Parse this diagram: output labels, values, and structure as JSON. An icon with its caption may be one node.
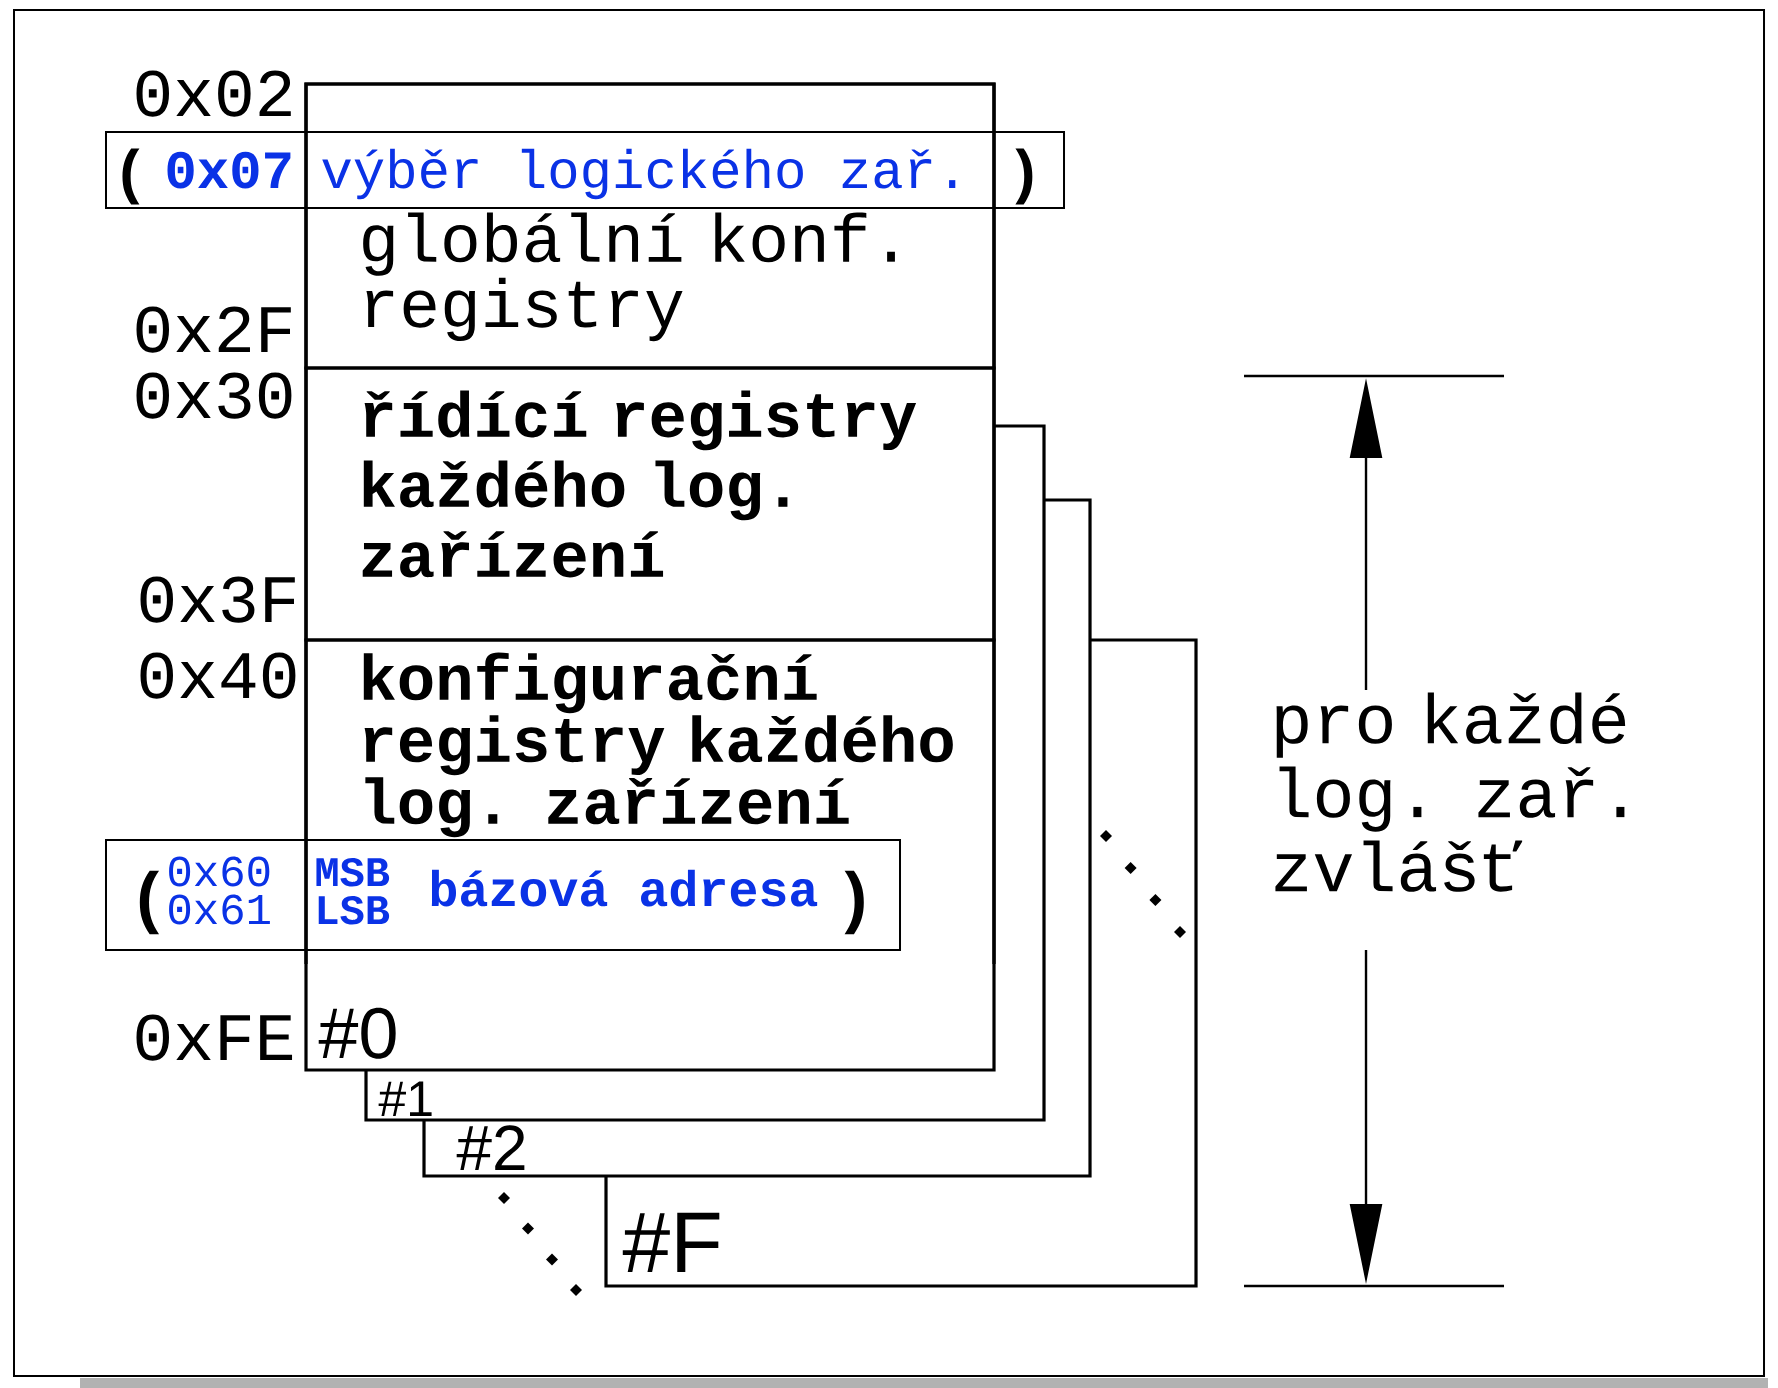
{
  "diagram": {
    "nodes": [
      {
        "text": [
          "#0"
        ]
      },
      {
        "text": [
          "globální konf. registry"
        ],
        "in": 0
      },
      {
        "text": [
          "řídící registry každého log. zařízení"
        ],
        "in": 0
      },
      {
        "text": [
          "konfigurační registry každého log. zařízení"
        ],
        "in": 0
      },
      {
        "text": [
          "#1"
        ]
      },
      {
        "text": [
          "#2"
        ]
      },
      {
        "text": [
          "#F"
        ]
      },
      {
        "text": [
          "(",
          "0x07",
          "výběr logického zař.",
          ")"
        ]
      },
      {
        "text": [
          "(",
          "0x60",
          "0x61",
          "MSB",
          "LSB",
          "bázová adresa",
          ")"
        ]
      }
    ],
    "labels": [
      "0x02",
      "0x2F",
      "0x30",
      "0x3F",
      "0x40",
      "0xFE",
      "pro každé log. zař. zvlášť"
    ]
  }
}
